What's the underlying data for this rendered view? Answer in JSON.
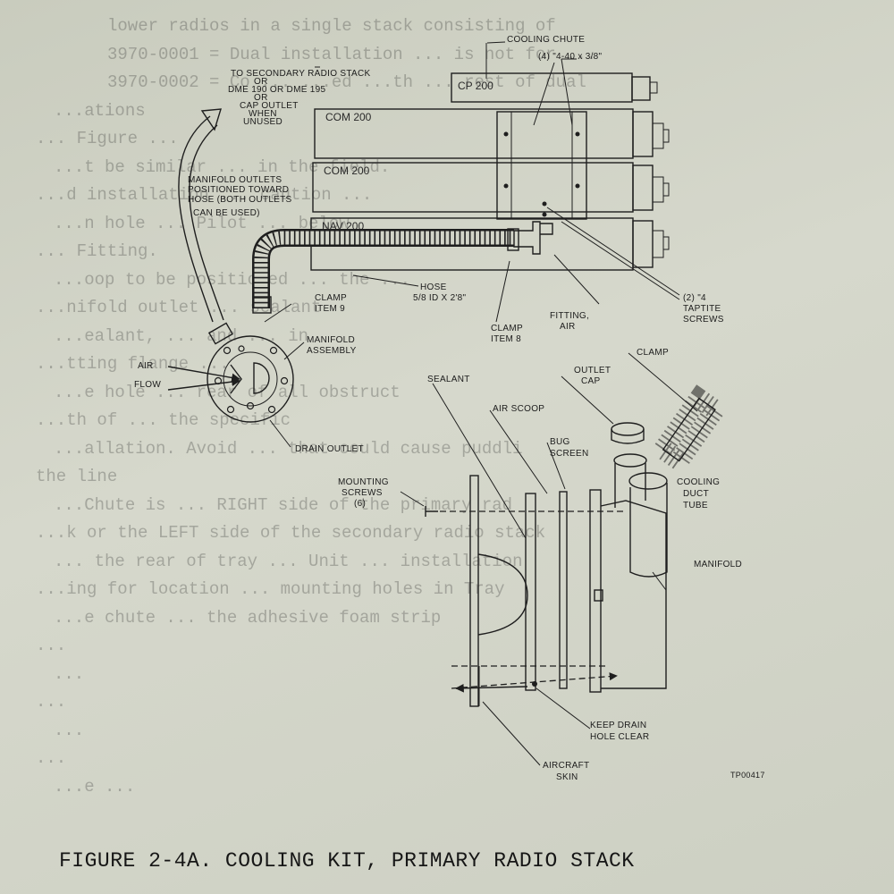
{
  "background_text": {
    "lines": [
      "lower radios in a single stack consisting of",
      "3970-0001 = Dual installation ... is not for ...",
      "3970-0002 = Co ... ...ed ...th ... rest of dual",
      "...ations",
      "... Figure ...",
      "...t be similar ... in the field.",
      "...d installation ... caution ...",
      "...n hole ... Pilot ... below",
      "... Fitting.",
      "...oop to be positioned ... the ...",
      "...nifold outlet ... sealant",
      "...ealant, ... and ... in",
      "...tting flange ...",
      "...e hole ... rear of all obstruct",
      "...th of ... the specific",
      "...allation. Avoid ... that could cause puddli",
      "the line",
      "...Chute is ... RIGHT side of the primary rad",
      "...k or the LEFT side of the secondary radio stack",
      "... the rear of tray ... Unit ... installation",
      "...ing for location ... mounting holes in Tray",
      "...e chute ... the adhesive foam strip",
      "...",
      "...",
      "...",
      "...",
      "...",
      "...e ..."
    ]
  },
  "diagram": {
    "labels": {
      "cooling_chute": "COOLING CHUTE",
      "screws_4_40": "(4) \"4-40 x 3/8\"",
      "secondary_stack_1": "TO SECONDARY RADIO STACK",
      "secondary_stack_2": "OR",
      "secondary_stack_3": "DME 190 OR DME 195",
      "secondary_stack_4": "OR",
      "secondary_stack_5": "CAP OUTLET",
      "secondary_stack_6": "WHEN",
      "secondary_stack_7": "UNUSED",
      "manifold_outlets_1": "MANIFOLD OUTLETS",
      "manifold_outlets_2": "POSITIONED TOWARD",
      "manifold_outlets_3": "HOSE (BOTH OUTLETS",
      "manifold_outlets_4": "CAN BE USED)",
      "clamp_item9_1": "CLAMP",
      "clamp_item9_2": "ITEM 9",
      "hose_1": "HOSE",
      "hose_2": "5/8 ID X 2'8\"",
      "clamp_item8_1": "CLAMP",
      "clamp_item8_2": "ITEM 8",
      "fitting_air_1": "FITTING,",
      "fitting_air_2": "AIR",
      "taptite_1": "(2) \"4",
      "taptite_2": "TAPTITE",
      "taptite_3": "SCREWS",
      "manifold_assembly_1": "MANIFOLD",
      "manifold_assembly_2": "ASSEMBLY",
      "air_flow_1": "AIR",
      "air_flow_2": "FLOW",
      "drain_outlet": "DRAIN OUTLET",
      "sealant": "SEALANT",
      "air_scoop": "AIR SCOOP",
      "outlet_cap_1": "OUTLET",
      "outlet_cap_2": "CAP",
      "clamp": "CLAMP",
      "bug_screen_1": "BUG",
      "bug_screen_2": "SCREEN",
      "mounting_screws_1": "MOUNTING",
      "mounting_screws_2": "SCREWS",
      "mounting_screws_3": "(6)",
      "cooling_duct_1": "COOLING",
      "cooling_duct_2": "DUCT",
      "cooling_duct_3": "TUBE",
      "manifold": "MANIFOLD",
      "keep_drain_1": "KEEP DRAIN",
      "keep_drain_2": "HOLE CLEAR",
      "aircraft_skin_1": "AIRCRAFT",
      "aircraft_skin_2": "SKIN",
      "ref_number": "TP00417"
    },
    "units": {
      "cp200": "CP 200",
      "com200_a": "COM 200",
      "com200_b": "COM 200",
      "nav200": "NAV 200"
    }
  },
  "caption": "FIGURE 2-4A.  COOLING KIT, PRIMARY RADIO STACK"
}
